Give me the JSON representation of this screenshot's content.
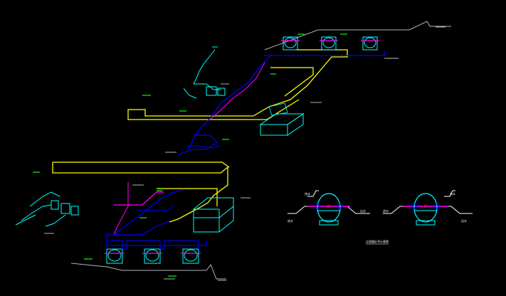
{
  "colors": {
    "background": "#000000",
    "yellow": "#ffff00",
    "cyan": "#00ffff",
    "blue": "#0000ff",
    "magenta": "#ff00ff",
    "green": "#00ff00",
    "white": "#ffffff",
    "gray": "#b4b4b4",
    "red": "#ff0000"
  },
  "labels": {
    "detail_left_in": "进水",
    "detail_left_out": "出水",
    "detail_left_top": "排水",
    "detail_right_in": "进水",
    "detail_right_out": "出水",
    "detail_right_top": "排水",
    "detail_caption": "过滤器反冲示意图"
  }
}
